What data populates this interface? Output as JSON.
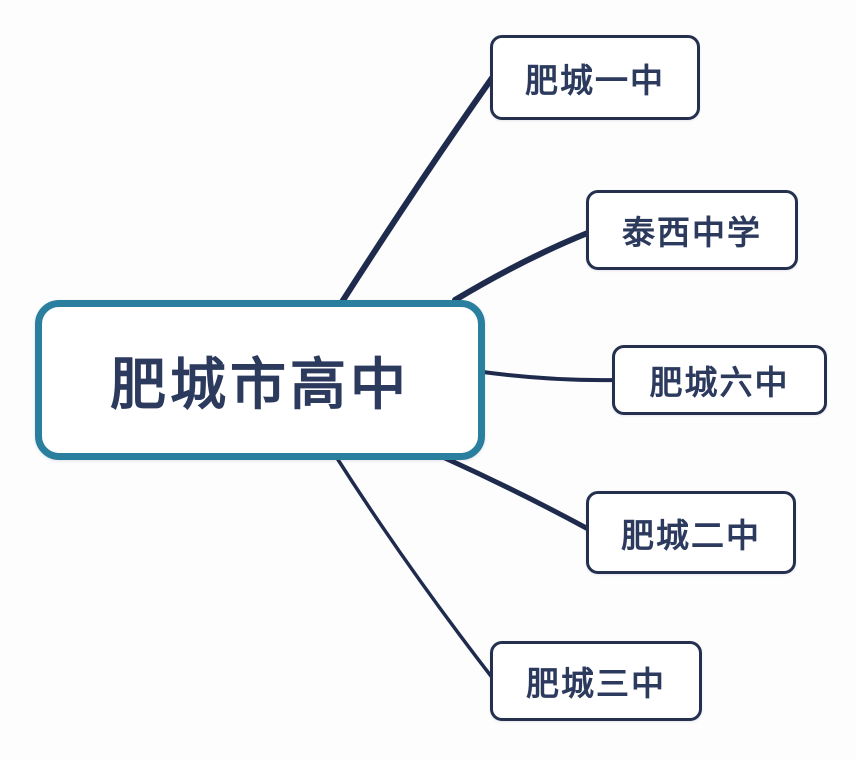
{
  "diagram": {
    "type": "mindmap",
    "root": {
      "label": "肥城市高中"
    },
    "branches": [
      {
        "label": "肥城一中"
      },
      {
        "label": "泰西中学"
      },
      {
        "label": "肥城六中"
      },
      {
        "label": "肥城二中"
      },
      {
        "label": "肥城三中"
      }
    ],
    "colors": {
      "background": "#fdfdfe",
      "root_border": "#2a7f9f",
      "branch_border": "#25304f",
      "text": "#2c3a5e",
      "connector_line": "#1f2b4d",
      "node_fill": "#ffffff"
    }
  }
}
